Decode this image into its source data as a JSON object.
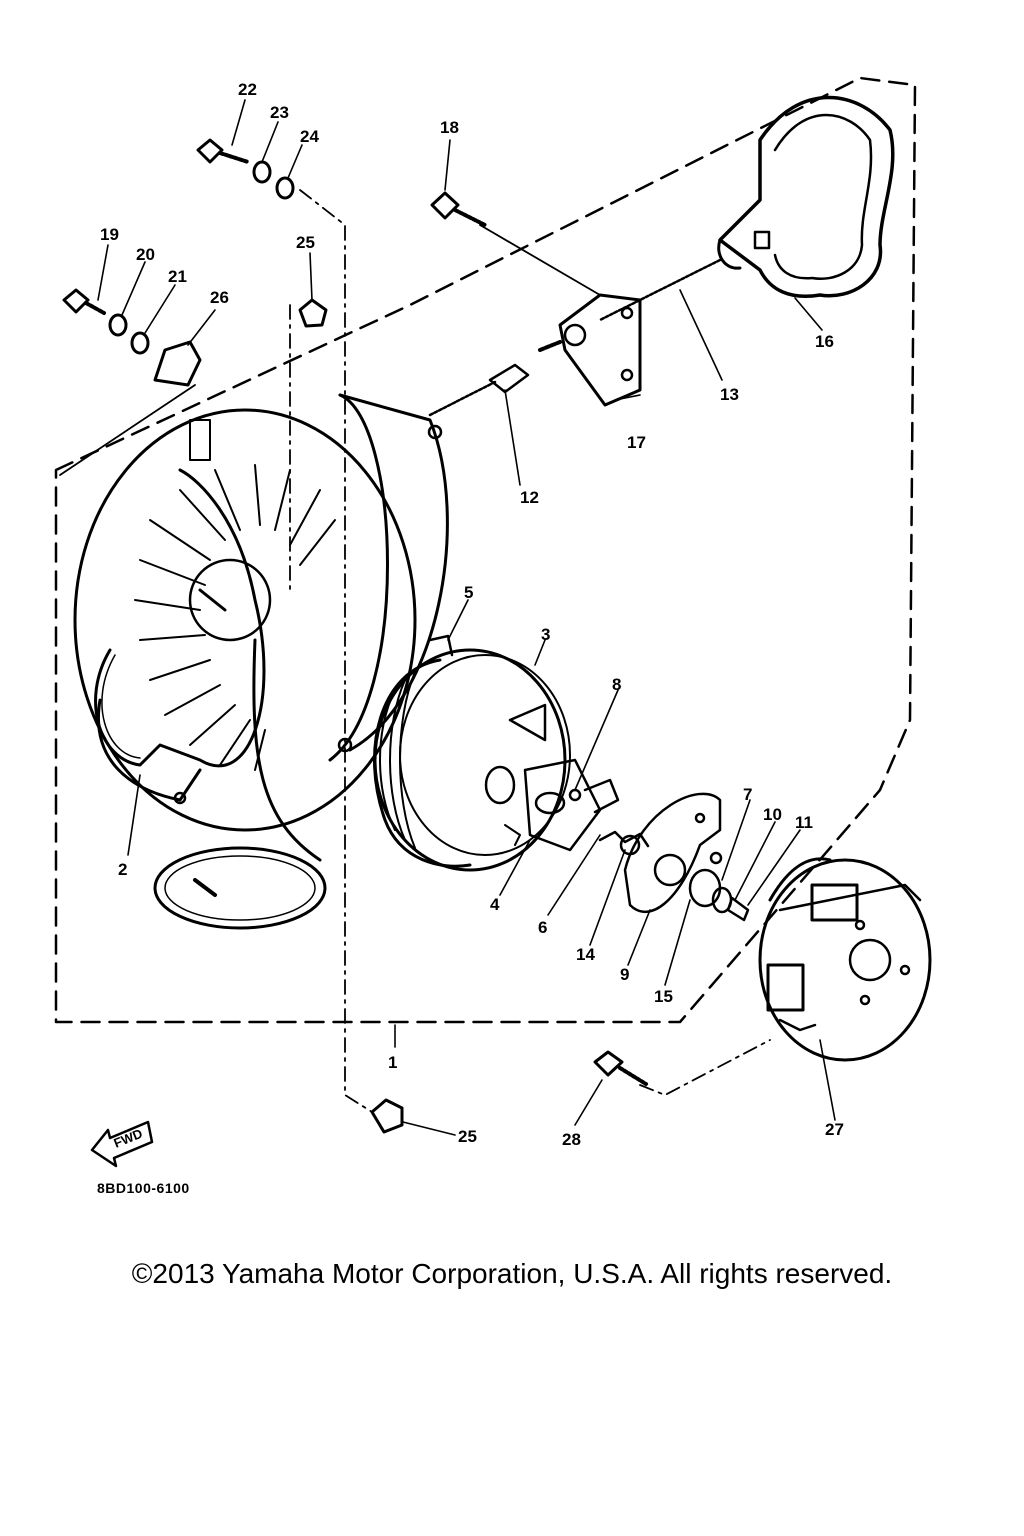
{
  "diagram": {
    "part_numbers": [
      "1",
      "2",
      "3",
      "4",
      "5",
      "6",
      "7",
      "8",
      "9",
      "10",
      "11",
      "12",
      "13",
      "14",
      "15",
      "16",
      "17",
      "18",
      "19",
      "20",
      "21",
      "22",
      "23",
      "24",
      "25",
      "26",
      "25",
      "27",
      "28"
    ],
    "direction_label": "FWD",
    "drawing_code": "8BD100-6100"
  },
  "footer": {
    "copyright": "©2013 Yamaha Motor Corporation, U.S.A. All rights reserved."
  },
  "colors": {
    "ink": "#000000",
    "background": "#ffffff"
  }
}
